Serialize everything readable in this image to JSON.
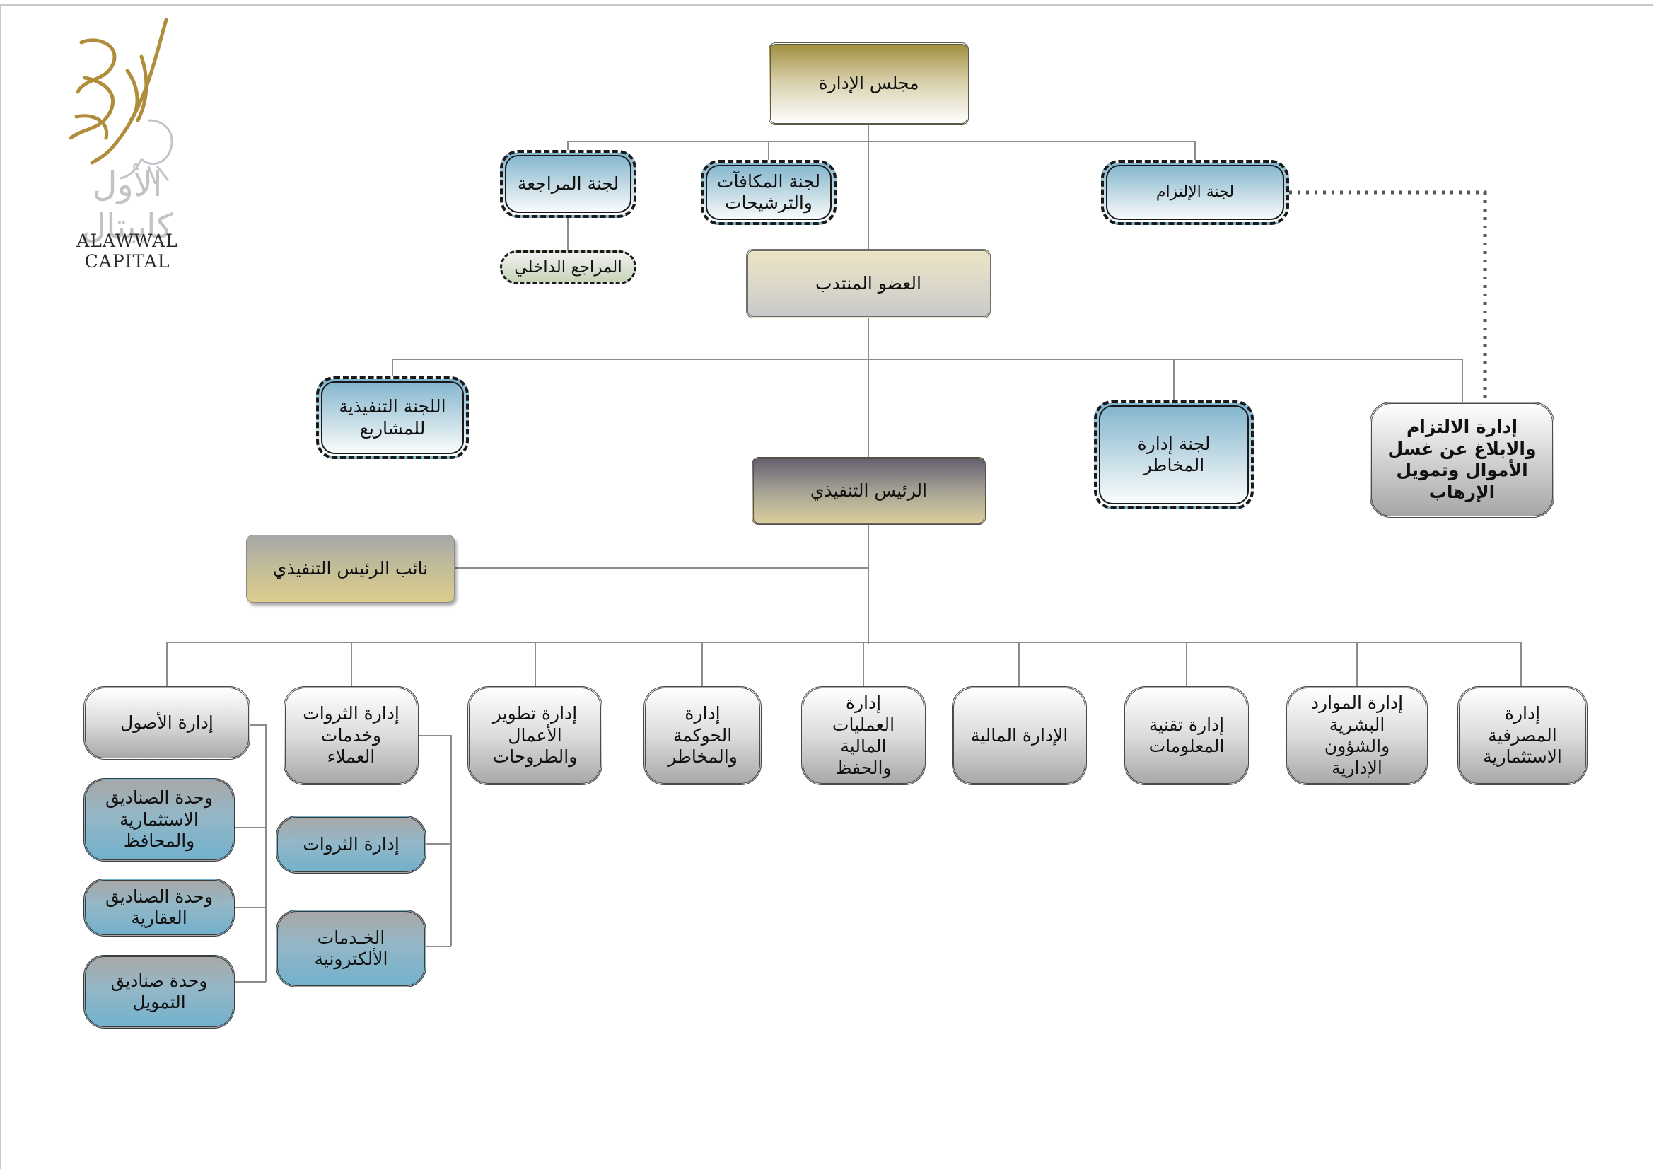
{
  "brand": {
    "logo_name": "ALAWWAL CAPITAL",
    "logo_arabic": "الأول كابيتال",
    "colors": {
      "gold": "#b08d3a",
      "blue": "#73b1cd",
      "grey": "#a9a9a9"
    }
  },
  "nodes": {
    "board": "مجلس الإدارة",
    "audit_committee": "لجنة المراجعة",
    "remuneration_committee": "لجنة المكافآت\nوالترشيحات",
    "compliance_committee": "لجنة الإلتزام",
    "internal_auditor": "المراجع الداخلي",
    "managing_director": "العضو المنتدب",
    "projects_committee": "اللجنة التنفيذية\nللمشاريع",
    "risk_committee": "لجنة إدارة\nالمخاطر",
    "aml_compliance": "إدارة الالتزام\nوالابلاغ عن غسل\nالأموال وتمويل\nالإرهاب",
    "ceo": "الرئيس التنفيذي",
    "deputy_ceo": "نائب  الرئيس التنفيذي",
    "assets_mgmt": "إدارة الأصول",
    "wealth_client": "إدارة الثروات\nوخدمات\nالعملاء",
    "business_dev": "إدارة تطوير\nالأعمال\nوالطروحات",
    "governance": "إدارة\nالحوكمة\nوالمخاطر",
    "operations": "إدارة\nالعمليات\nالمالية\nوالحفظ",
    "finance": "الإدارة المالية",
    "it": "إدارة تقنية\nالمعلومات",
    "hr": "إدارة الموارد\nالبشرية\nوالشؤون\nالإدارية",
    "investment_banking": "إدارة\nالمصرفية\nالاستثمارية",
    "funds_portfolios": "وحدة الصناديق\nالاستثمارية\nوالمحافظ",
    "real_estate_funds": "وحدة الصناديق\nالعقارية",
    "financing_funds": "وحدة صناديق\nالتمويل",
    "wealth_mgmt": "إدارة الثروات",
    "e_services": "الخـدمات\nالألكترونية"
  }
}
